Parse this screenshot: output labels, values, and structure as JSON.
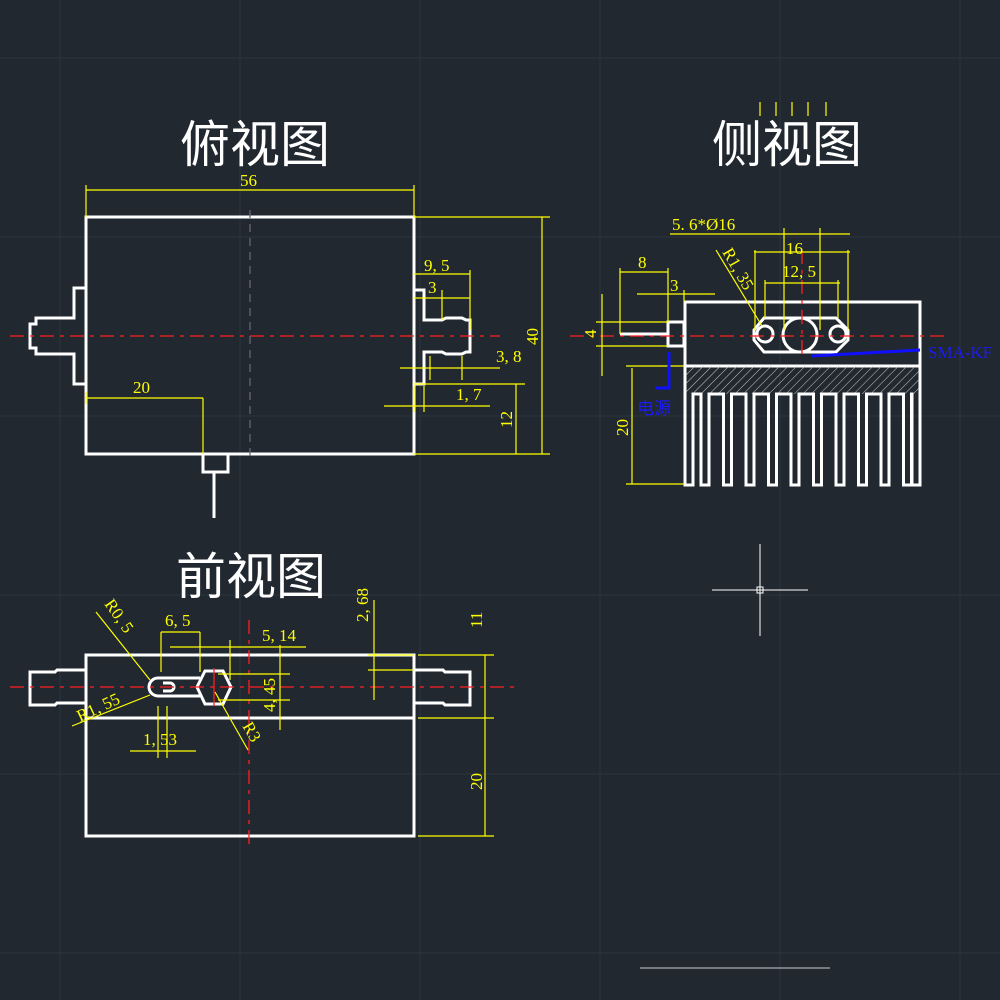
{
  "colors": {
    "background": "#212830",
    "outline": "#ffffff",
    "dimension": "#ffff00",
    "centerline": "#ff2020",
    "annotation": "#1010ff"
  },
  "views": {
    "top": {
      "title": "俯视图",
      "dims": [
        "56",
        "9, 5",
        "3",
        "3, 8",
        "1, 7",
        "40",
        "20",
        "12"
      ]
    },
    "side": {
      "title": "侧视图",
      "dims": [
        "5. 6*Ø16",
        "16",
        "12, 5",
        "8",
        "3",
        "R1, 35",
        "4",
        "20"
      ],
      "labels": {
        "power": "电源",
        "connector": "SMA-KF"
      }
    },
    "front": {
      "title": "前视图",
      "dims": [
        "R0, 5",
        "6, 5",
        "5, 14",
        "2, 68",
        "11",
        "R1, 55",
        "4, 45",
        "R3",
        "1, 53",
        "20"
      ]
    }
  }
}
